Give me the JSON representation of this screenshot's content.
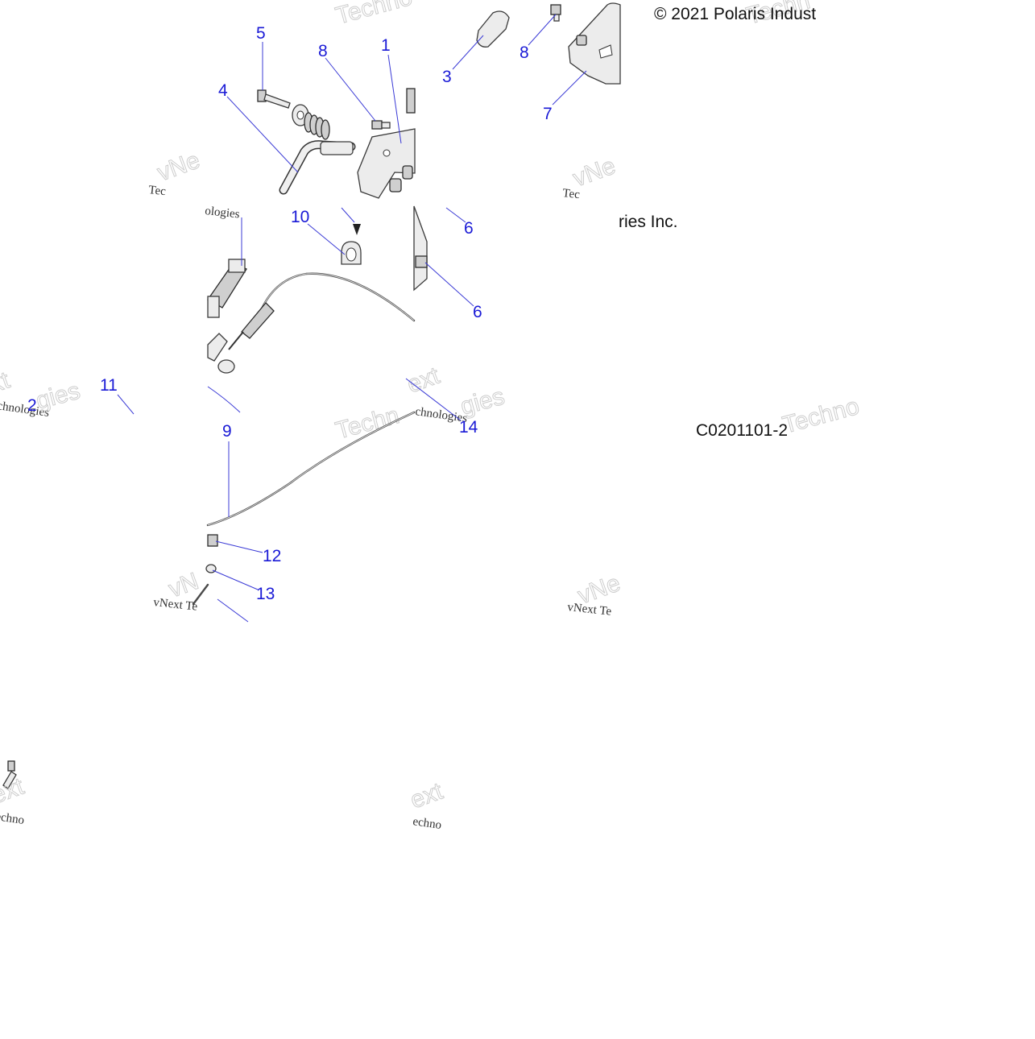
{
  "diagram": {
    "copyright": "© 2021 Polaris Indust",
    "copyright_fragment": "ries Inc.",
    "figure_code": "C0201101-2",
    "callouts": [
      "1",
      "2",
      "3",
      "4",
      "5",
      "6",
      "6",
      "7",
      "8",
      "8",
      "9",
      "10",
      "11",
      "12",
      "13",
      "14"
    ],
    "watermarks": {
      "serif_text": "vNext Technologies",
      "outline_text": "Technologies",
      "fragments": [
        "vNe",
        "ext",
        "xt",
        "chnologies",
        "Tec",
        "ologies",
        "Techno",
        "Techn"
      ]
    },
    "colors": {
      "callout": "#1a1ad6",
      "leader": "#3b3bd6",
      "line_art": "#3a3a3a",
      "background": "#ffffff"
    }
  }
}
